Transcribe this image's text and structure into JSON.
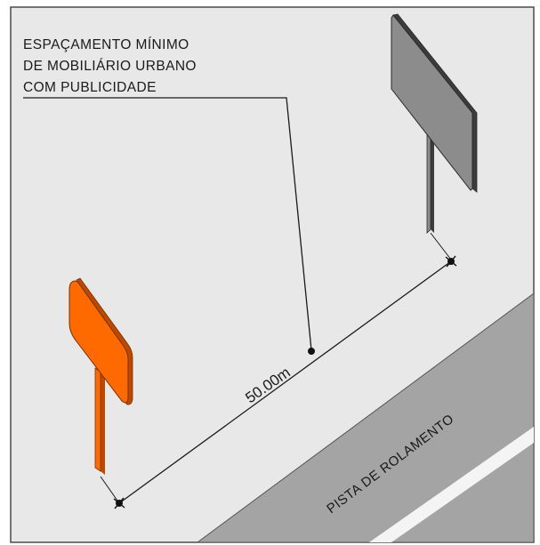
{
  "diagram": {
    "title_lines": [
      "ESPAÇAMENTO MÍNIMO",
      "DE MOBILIÁRIO URBANO",
      "COM PUBLICIDADE"
    ],
    "distance_label": "50.00m",
    "road_label": "PISTA DE ROLAMENTO"
  },
  "colors": {
    "background": "#e8e8e8",
    "road_surface": "#a4a4a4",
    "road_stripe": "#f4f4f4",
    "sign_near": "#ff6a00",
    "sign_near_dark": "#b94a00",
    "sign_far": "#8c8c8c",
    "sign_far_dark": "#3c3c3c",
    "line": "#1a1a1a"
  }
}
